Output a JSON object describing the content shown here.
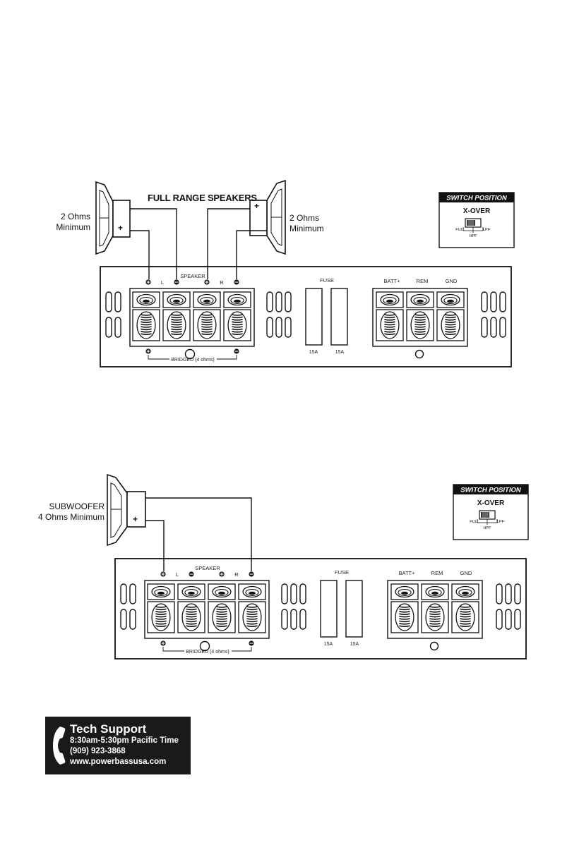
{
  "diagram1": {
    "title": "FULL RANGE SPEAKERS",
    "left_speaker": {
      "ohms": "2 Ohms",
      "min": "Minimum",
      "plus": "+"
    },
    "right_speaker": {
      "ohms": "2 Ohms",
      "min": "Minimum",
      "plus": "+"
    },
    "switch": {
      "title": "SWITCH POSITION",
      "label": "X-OVER",
      "full": "FULL",
      "hpf": "HPF",
      "lpf": "LPF"
    },
    "amp": {
      "speaker_label": "SPEAKER",
      "l": "L",
      "r": "R",
      "fuse_label": "FUSE",
      "fuse1": "15A",
      "fuse2": "15A",
      "batt": "BATT+",
      "rem": "REM",
      "gnd": "GND",
      "bridged": "BRIDGED (4 ohms)"
    }
  },
  "diagram2": {
    "sub_label1": "SUBWOOFER",
    "sub_label2": "4 Ohms Minimum",
    "plus": "+",
    "switch": {
      "title": "SWITCH POSITION",
      "label": "X-OVER",
      "full": "FULL",
      "hpf": "HPF",
      "lpf": "LPF"
    },
    "amp": {
      "speaker_label": "SPEAKER",
      "l": "L",
      "r": "R",
      "fuse_label": "FUSE",
      "fuse1": "15A",
      "fuse2": "15A",
      "batt": "BATT+",
      "rem": "REM",
      "gnd": "GND",
      "bridged": "BRIDGED (4 ohms)"
    }
  },
  "support": {
    "title": "Tech Support",
    "hours": "8:30am-5:30pm Pacific Time",
    "phone": "(909) 923-3868",
    "web": "www.powerbassusa.com"
  }
}
